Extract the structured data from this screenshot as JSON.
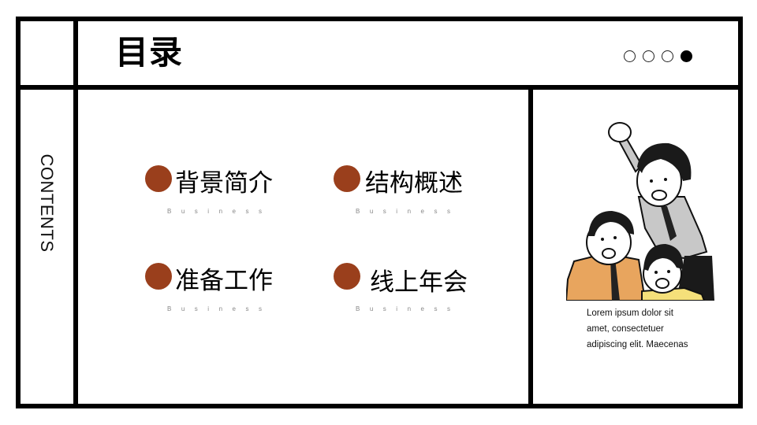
{
  "header": {
    "title": "目录"
  },
  "pagination": {
    "total": 4,
    "active_index": 3
  },
  "sidebar": {
    "label": "CONTENTS"
  },
  "items": [
    {
      "title": "背景简介",
      "subtitle": "Business"
    },
    {
      "title": "结构概述",
      "subtitle": "Business"
    },
    {
      "title": "准备工作",
      "subtitle": "Business"
    },
    {
      "title": "线上年会",
      "subtitle": "Business"
    }
  ],
  "side_panel": {
    "illustration": "cheering-cartoon-people",
    "description_lines": [
      "Lorem ipsum dolor sit",
      "amet, consectetuer",
      "adipiscing elit. Maecenas"
    ]
  },
  "colors": {
    "accent": "#9a3f1c",
    "frame": "#000000"
  }
}
